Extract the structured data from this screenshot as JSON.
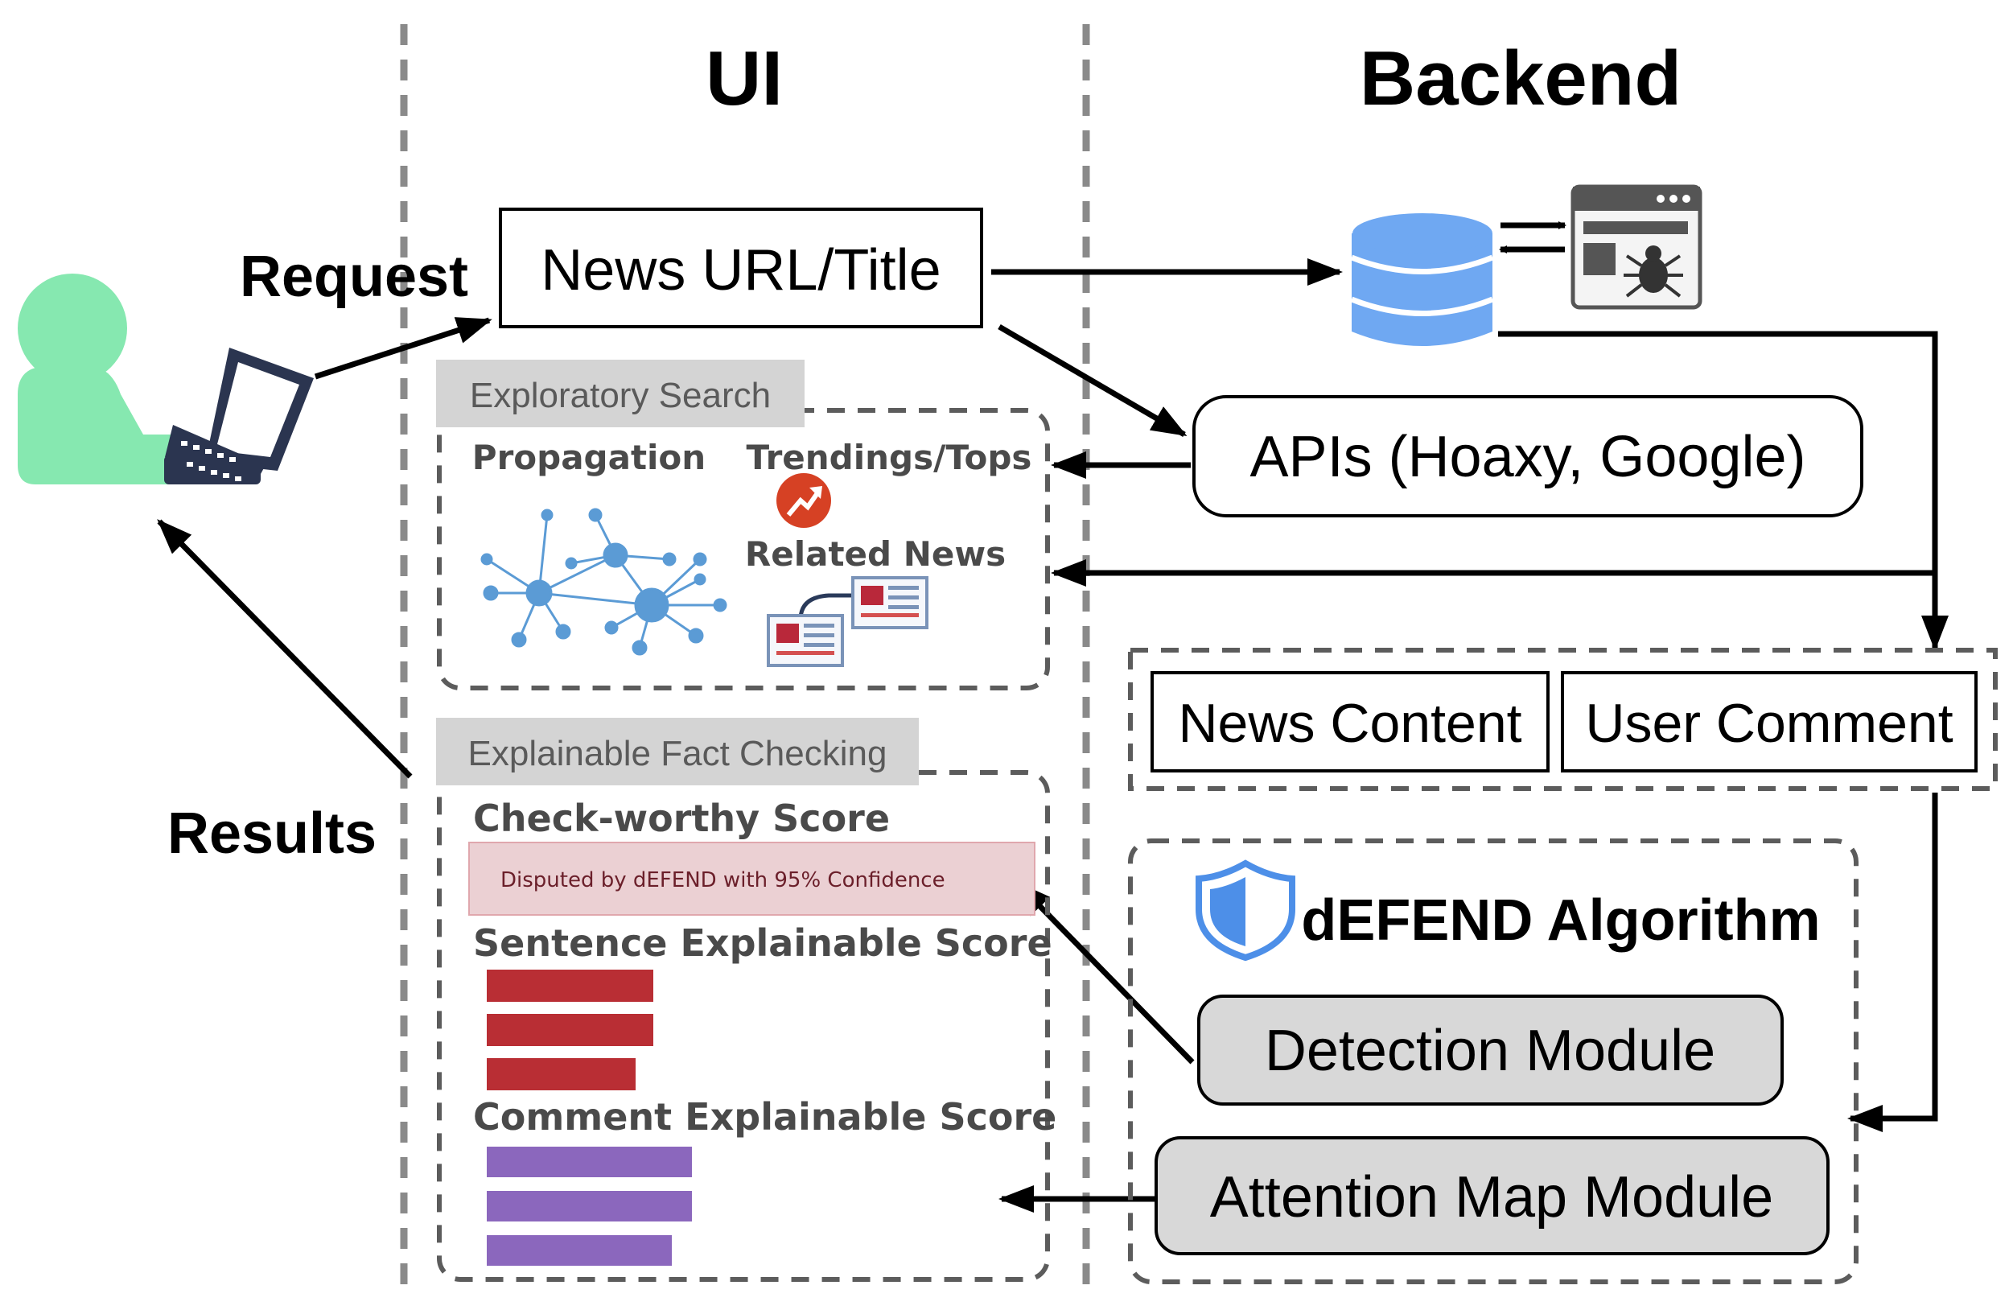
{
  "columns": {
    "ui": "UI",
    "backend": "Backend"
  },
  "user": {
    "request_label": "Request",
    "results_label": "Results"
  },
  "ui": {
    "news_input": "News URL/Title",
    "exploratory": {
      "title": "Exploratory Search",
      "propagation": "Propagation",
      "trendings": "Trendings/Tops",
      "related": "Related News"
    },
    "fact_checking": {
      "title": "Explainable Fact Checking",
      "checkworthy": "Check-worthy Score",
      "disputed": "Disputed by dEFEND with 95% Confidence",
      "sentence": "Sentence Explainable Score",
      "comment": "Comment Explainable Score"
    }
  },
  "backend": {
    "apis": "APIs (Hoaxy, Google)",
    "news_content": "News Content",
    "user_comment": "User Comment",
    "algorithm": "dEFEND Algorithm",
    "detection": "Detection Module",
    "attention": "Attention Map Module"
  },
  "colors": {
    "user": "#86e8b0",
    "database": "#6fa8f2",
    "network": "#5b9bd5",
    "sentence_bar": "#b92e34",
    "comment_bar": "#8b67bd",
    "disputed_bg": "#ebd0d3",
    "disputed_border": "#e0a7ad",
    "module_fill": "#d8d8d8",
    "section_header": "#d4d4d4",
    "dashed": "#7a7a7a",
    "trend_icon": "#d64124"
  },
  "icons": [
    "user-laptop-icon",
    "database-icon",
    "crawler-icon",
    "network-graph-icon",
    "trending-icon",
    "newspaper-icon",
    "shield-icon"
  ]
}
